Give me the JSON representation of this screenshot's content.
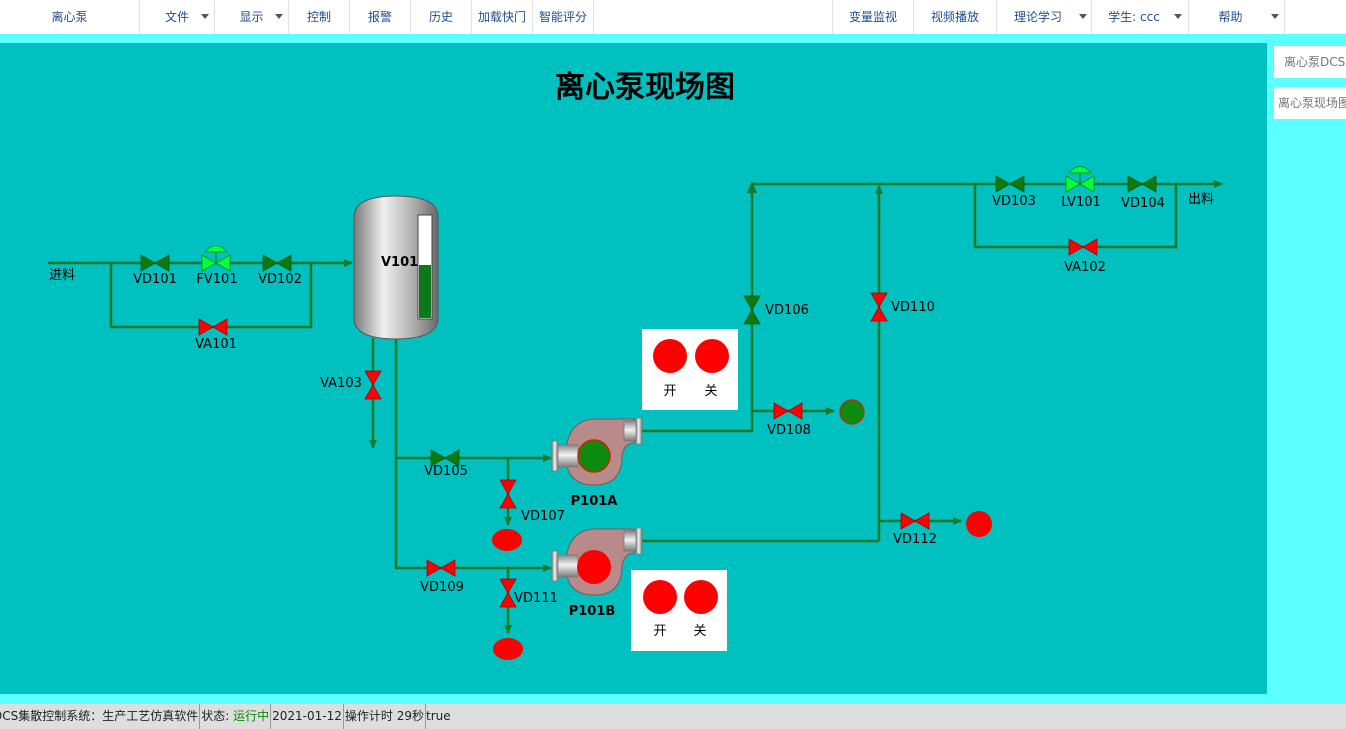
{
  "menu": {
    "home": "离心泵",
    "file": "文件",
    "display": "显示",
    "control": "控制",
    "alarm": "报警",
    "history": "历史",
    "load_snapshot": "加载快门",
    "smart_score": "智能评分",
    "var_monitor": "变量监视",
    "video": "视频播放",
    "theory": "理论学习",
    "student": "学生: ccc",
    "help": "帮助"
  },
  "side_tabs": [
    "离心泵DCS",
    "离心泵现场图"
  ],
  "diagram": {
    "title": "离心泵现场图",
    "inlet_label": "进料",
    "outlet_label": "出料",
    "vessel_label": "V101",
    "vessel_level": 0.52,
    "valves": {
      "VD101": "VD101",
      "FV101": "FV101",
      "VD102": "VD102",
      "VA101": "VA101",
      "VA103": "VA103",
      "VD105": "VD105",
      "VD107": "VD107",
      "VD109": "VD109",
      "VD111": "VD111",
      "VD106": "VD106",
      "VD108": "VD108",
      "VD110": "VD110",
      "VD112": "VD112",
      "VD103": "VD103",
      "LV101": "LV101",
      "VD104": "VD104",
      "VA102": "VA102"
    },
    "pumps": {
      "a": "P101A",
      "b": "P101B"
    },
    "panel_a": {
      "on": "开",
      "off": "关"
    },
    "panel_b": {
      "on": "开",
      "off": "关"
    },
    "colors": {
      "pipe": "#1a7a2a",
      "open": "#0e7a0e",
      "closed": "#ff0000",
      "control_valve": "#00ff40"
    }
  },
  "status": {
    "system": "DCS集散控制系统：生产工艺仿真软件",
    "state_label": "状态:",
    "state_value": "运行中",
    "date": "2021-01-12",
    "timer": "操作计时 29秒",
    "flag": "true"
  }
}
